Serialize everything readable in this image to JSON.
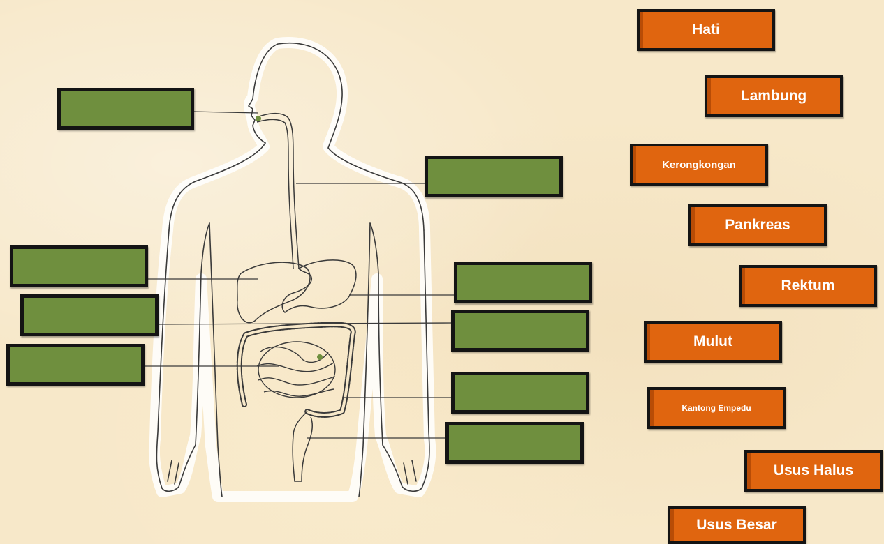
{
  "labels": {
    "hati": "Hati",
    "lambung": "Lambung",
    "kerongkongan": "Kerongkongan",
    "pankreas": "Pankreas",
    "rektum": "Rektum",
    "mulut": "Mulut",
    "kantong_empedu": "Kantong Empedu",
    "usus_halus": "Usus Halus",
    "usus_besar": "Usus Besar"
  },
  "colors": {
    "drop_box": "#6f8f3e",
    "label_chip": "#e0650f",
    "border": "#141414",
    "background": "#f7e8c9"
  }
}
